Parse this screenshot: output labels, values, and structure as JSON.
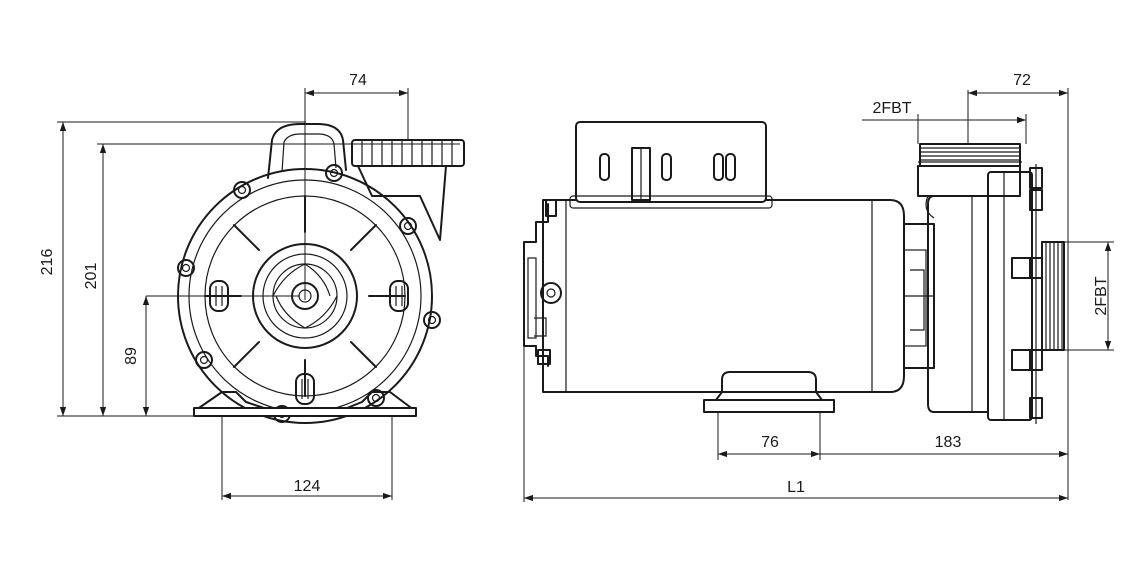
{
  "drawing": {
    "front_view": {
      "dim_top_offset": "74",
      "dim_overall_height": "216",
      "dim_height_to_port": "201",
      "dim_shaft_height": "89",
      "dim_base_width": "124"
    },
    "side_view": {
      "dim_discharge_offset": "72",
      "dim_discharge_port": "2FBT",
      "dim_suction_port": "2FBT",
      "dim_foot_width": "76",
      "dim_foot_to_end": "183",
      "dim_overall_length": "L1"
    }
  }
}
